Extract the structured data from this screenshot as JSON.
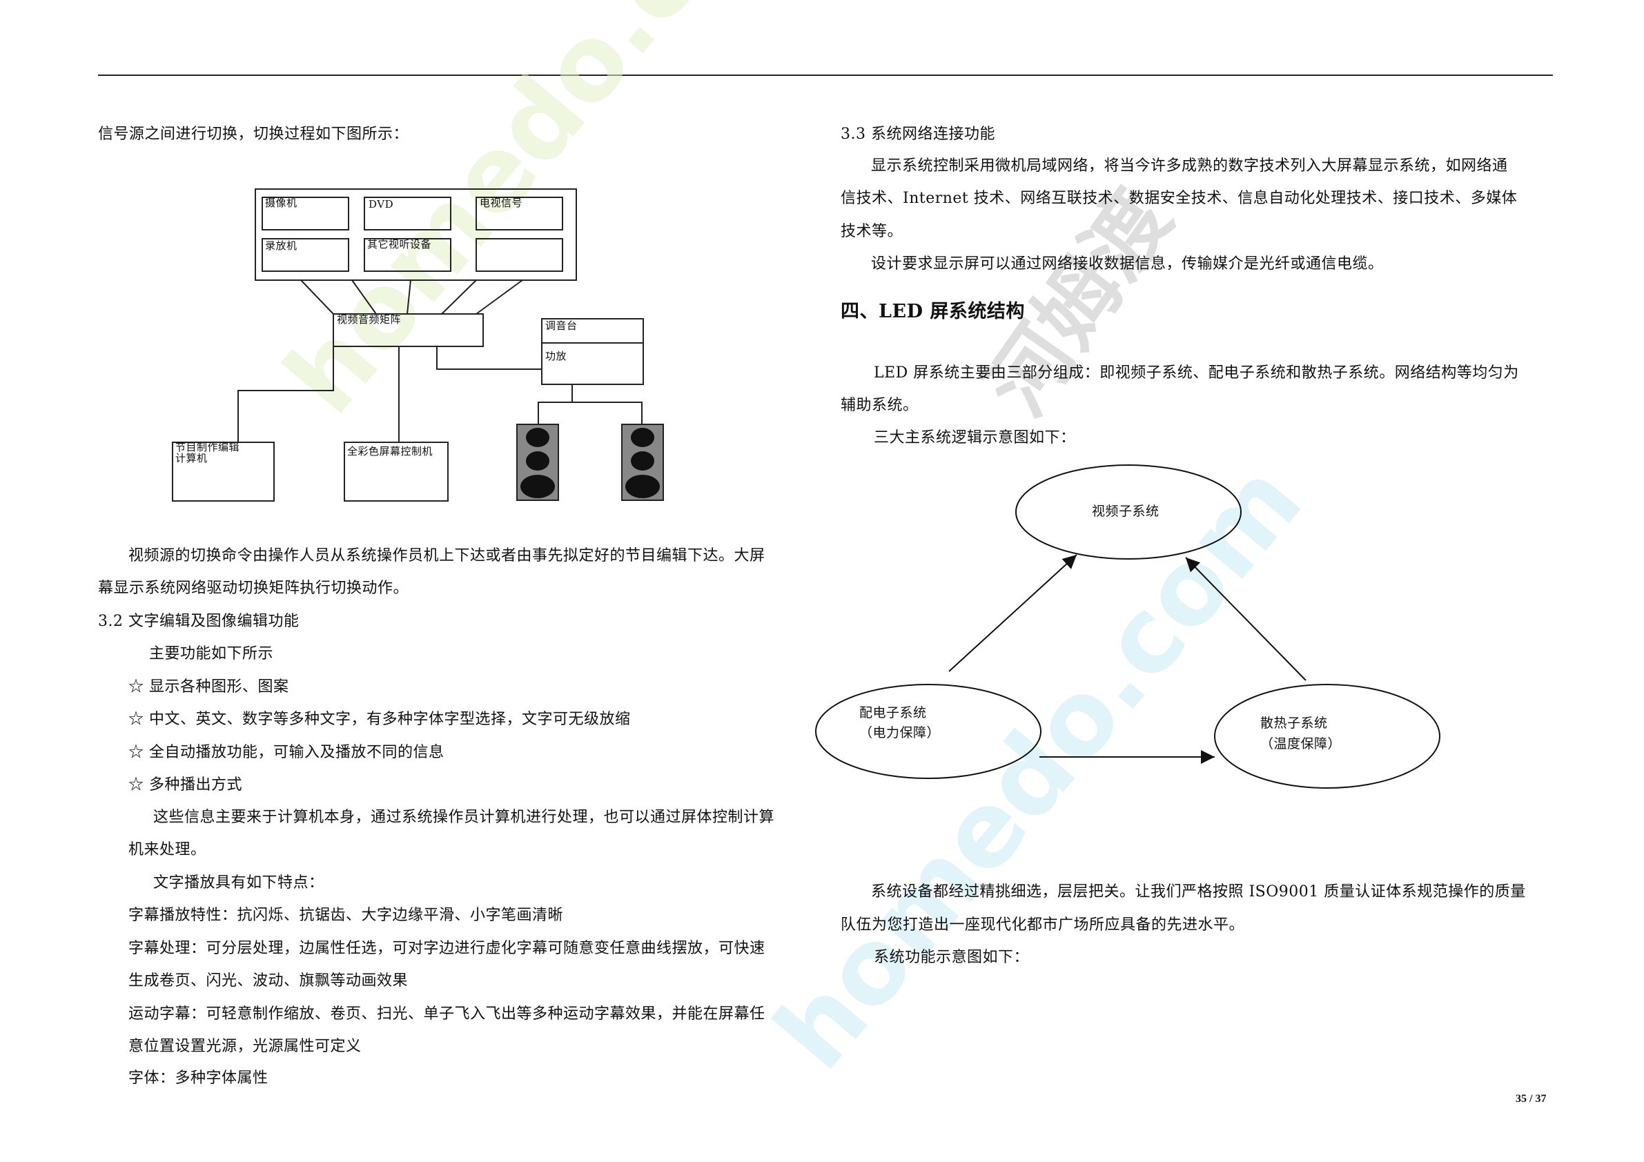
{
  "left": {
    "intro": "信号源之间进行切换，切换过程如下图所示：",
    "diagram1": {
      "sources": [
        "摄像机",
        "DVD",
        "电视信号",
        "录放机",
        "其它视听设备",
        ""
      ],
      "matrix": "视频音频矩阵",
      "mixer": "调音台",
      "amp": "功放",
      "editor_line1": "节目制作编辑",
      "editor_line2": "计算机",
      "controller": "全彩色屏幕控制机"
    },
    "p1a": "视频源的切换命令由操作人员从系统操作员机上下达或者由事先拟定好的节目编辑下达。大屏",
    "p1b": "幕显示系统网络驱动切换矩阵执行切换动作。",
    "h32": "3.2 文字编辑及图像编辑功能",
    "func_intro": "主要功能如下所示",
    "features": [
      "☆  显示各种图形、图案",
      "☆  中文、英文、数字等多种文字，有多种字体字型选择，文字可无级放缩",
      "☆  全自动播放功能，可输入及播放不同的信息",
      "☆  多种播出方式"
    ],
    "p2a": "这些信息主要来于计算机本身，通过系统操作员计算机进行处理，也可以通过屏体控制计算",
    "p2b": "机来处理。",
    "p3": "文字播放具有如下特点：",
    "l1": "字幕播放特性：抗闪烁、抗锯齿、大字边缘平滑、小字笔画清晰",
    "l2a": "字幕处理：可分层处理，边属性任选，可对字边进行虚化字幕可随意变任意曲线摆放，可快速",
    "l2b": "生成卷页、闪光、波动、旗飘等动画效果",
    "l3a": "运动字幕：可轻意制作缩放、卷页、扫光、单子飞入飞出等多种运动字幕效果，并能在屏幕任",
    "l3b": "意位置设置光源，光源属性可定义",
    "l4": "字体：多种字体属性"
  },
  "right": {
    "h33": "3.3 系统网络连接功能",
    "p1a": "显示系统控制采用微机局域网络，将当今许多成熟的数字技术列入大屏幕显示系统，如网络通",
    "p1b": "信技术、Internet 技术、网络互联技术、数据安全技术、信息自动化处理技术、接口技术、多媒体",
    "p1c": "技术等。",
    "p2": "设计要求显示屏可以通过网络接收数据信息，传输媒介是光纤或通信电缆。",
    "h4": "四、LED 屏系统结构",
    "p3a": "LED 屏系统主要由三部分组成：即视频子系统、配电子系统和散热子系统。网络结构等均匀为",
    "p3b": "辅助系统。",
    "p4": "三大主系统逻辑示意图如下：",
    "diagram2": {
      "video": "视频子系统",
      "power_line1": "配电子系统",
      "power_line2": "（电力保障）",
      "heat_line1": "散热子系统",
      "heat_line2": "（温度保障）"
    },
    "p5a": "系统设备都经过精挑细选，层层把关。让我们严格按照 ISO9001 质量认证体系规范操作的质量",
    "p5b": "队伍为您打造出一座现代化都市广场所应具备的先进水平。",
    "p6": "系统功能示意图如下："
  },
  "watermarks": [
    "homedo.com",
    "homedo.com",
    "河姆渡"
  ],
  "page_number": "35 / 37"
}
